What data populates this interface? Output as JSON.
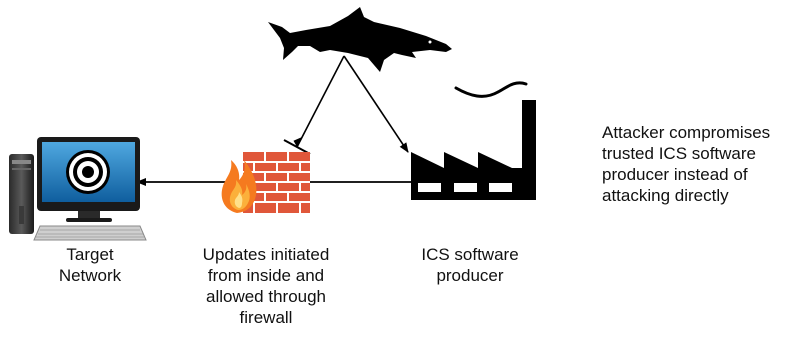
{
  "labels": {
    "target": "Target\nNetwork",
    "updates": "Updates initiated\nfrom inside and\nallowed through\nfirewall",
    "producer": "ICS software\nproducer",
    "caption": "Attacker compromises\ntrusted ICS software\nproducer instead of\nattacking directly"
  },
  "icons": {
    "attacker": "shark-icon",
    "producer": "factory-icon",
    "firewall": "firewall-icon",
    "target": "computer-target-icon"
  },
  "colors": {
    "brick": "#E0573A",
    "mortar": "#ffffff",
    "flame_outer": "#F57A1F",
    "flame_inner": "#FBB03B",
    "screen": "#0F6FB6",
    "ink": "#000000"
  }
}
